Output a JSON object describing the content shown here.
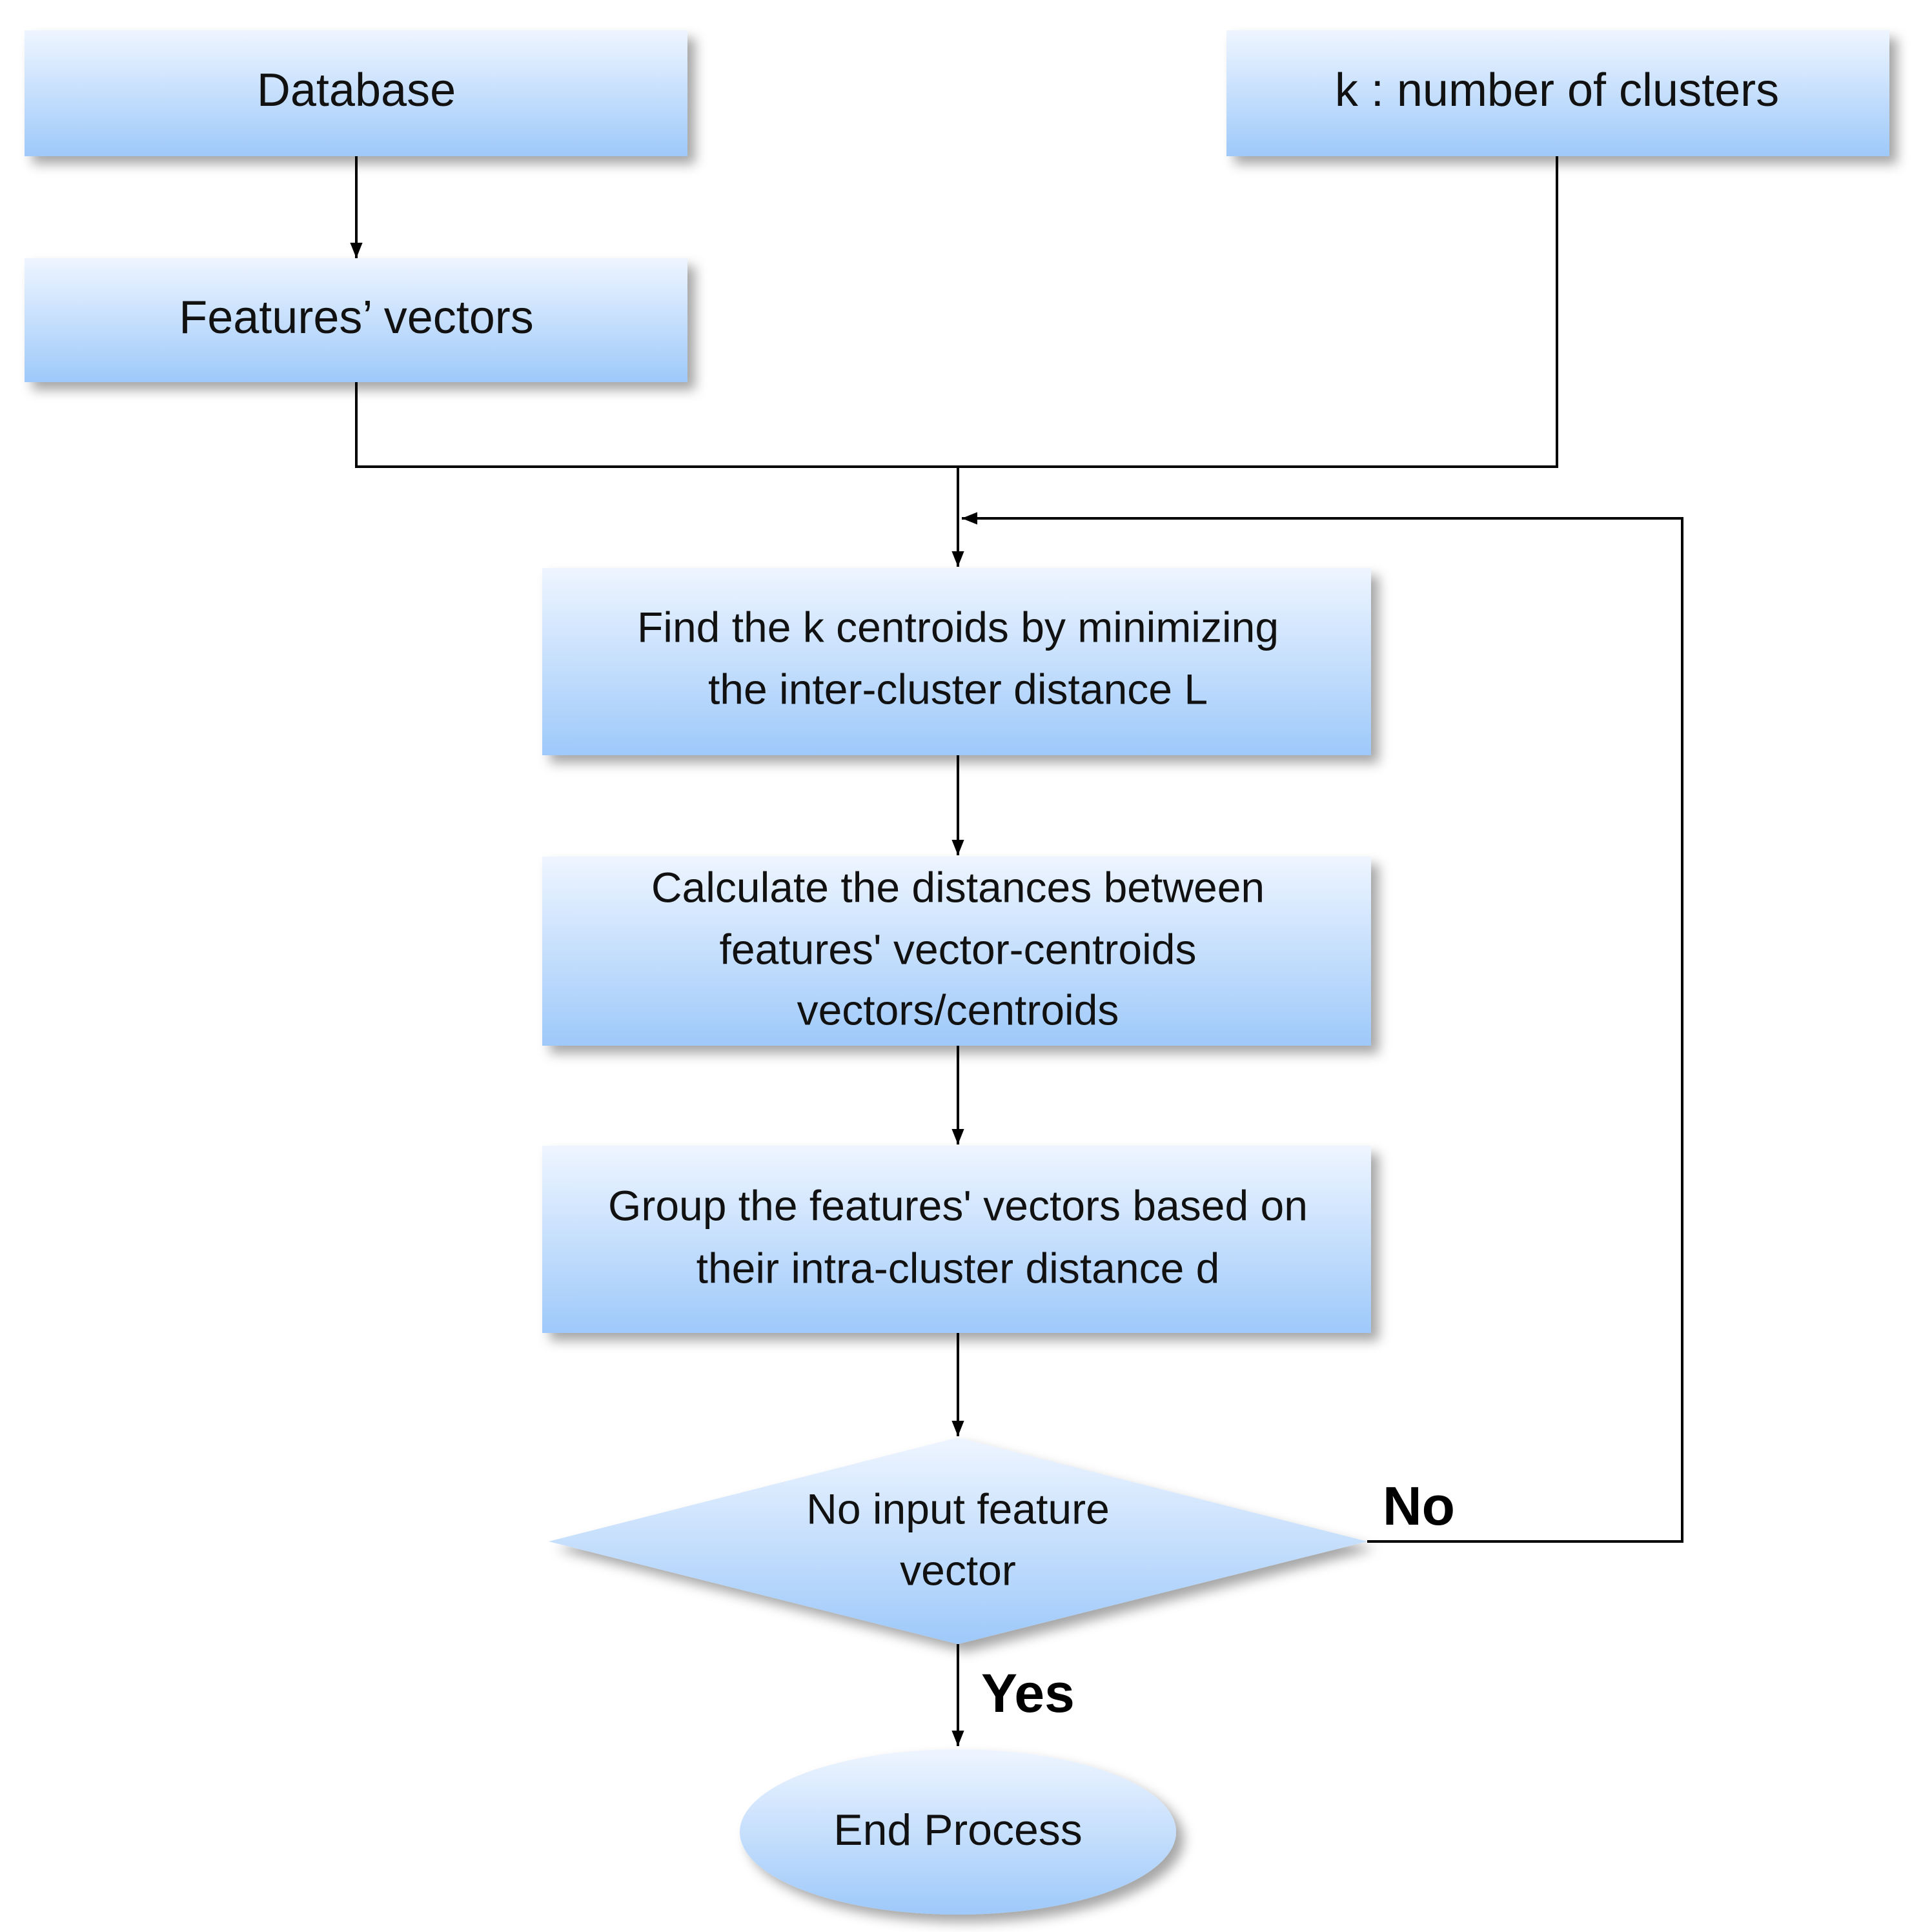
{
  "nodes": {
    "database": {
      "label": "Database"
    },
    "k_clusters": {
      "label": "k : number of clusters"
    },
    "features_vectors": {
      "label": "Features’ vectors"
    },
    "find_centroids": {
      "lines": [
        "Find the k centroids by minimizing",
        "the inter-cluster distance L"
      ]
    },
    "calc_distances": {
      "lines": [
        "Calculate the distances between",
        "features' vector-centroids",
        "vectors/centroids"
      ]
    },
    "group_vectors": {
      "lines": [
        "Group the features' vectors based on",
        "their intra-cluster distance d"
      ]
    },
    "decision": {
      "lines": [
        "No input feature",
        "vector"
      ]
    },
    "end": {
      "label": "End Process"
    }
  },
  "edges": {
    "no_label": "No",
    "yes_label": "Yes"
  },
  "colors": {
    "box_top": "#eef5ff",
    "box_bottom": "#9ec9fa",
    "line": "#000000"
  }
}
